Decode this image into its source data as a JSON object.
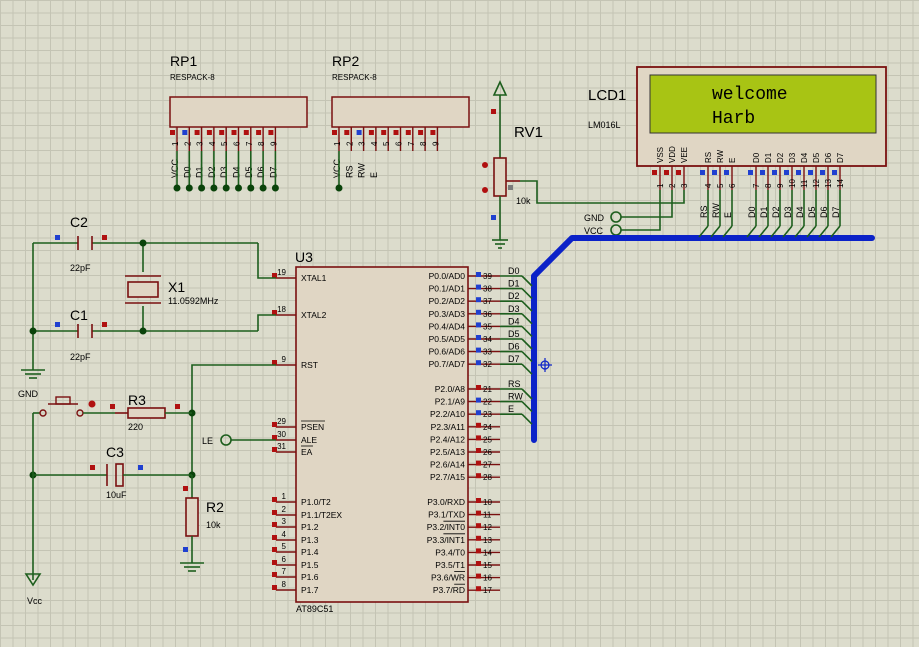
{
  "rp1": {
    "ref": "RP1",
    "value": "RESPACK-8",
    "pins": [
      "1",
      "2",
      "3",
      "4",
      "5",
      "6",
      "7",
      "8",
      "9"
    ],
    "nets": [
      "VCC",
      "D0",
      "D1",
      "D2",
      "D3",
      "D4",
      "D5",
      "D6",
      "D7"
    ]
  },
  "rp2": {
    "ref": "RP2",
    "value": "RESPACK-8",
    "pins": [
      "1",
      "2",
      "3",
      "4",
      "5",
      "6",
      "7",
      "8",
      "9"
    ],
    "nets": [
      "VCC",
      "RS",
      "RW",
      "E"
    ]
  },
  "rv1": {
    "ref": "RV1",
    "value": "10k"
  },
  "lcd": {
    "ref": "LCD1",
    "model": "LM016L",
    "line1": "welcome",
    "line2": "Harb",
    "pin_names": [
      "VSS",
      "VDD",
      "VEE",
      "RS",
      "RW",
      "E",
      "D0",
      "D1",
      "D2",
      "D3",
      "D4",
      "D5",
      "D6",
      "D7"
    ],
    "pin_numbers": [
      "1",
      "2",
      "3",
      "4",
      "5",
      "6",
      "7",
      "8",
      "9",
      "10",
      "11",
      "12",
      "13",
      "14"
    ],
    "bus_labels": [
      "RS",
      "RW",
      "E",
      "D0",
      "D1",
      "D2",
      "D3",
      "D4",
      "D5",
      "D6",
      "D7"
    ]
  },
  "terminals": {
    "gnd": "GND",
    "vcc": "VCC",
    "le": "LE",
    "gnd_ground": "GND",
    "vcc_ground": "Vcc"
  },
  "c1": {
    "ref": "C1",
    "value": "22pF"
  },
  "c2": {
    "ref": "C2",
    "value": "22pF"
  },
  "c3": {
    "ref": "C3",
    "value": "10uF"
  },
  "x1": {
    "ref": "X1",
    "value": "11.0592MHz"
  },
  "r2": {
    "ref": "R2",
    "value": "10k"
  },
  "r3": {
    "ref": "R3",
    "value": "220"
  },
  "u3": {
    "ref": "U3",
    "model": "AT89C51",
    "left_pins": [
      {
        "num": "19",
        "name": "XTAL1"
      },
      {
        "num": "18",
        "name": "XTAL2"
      },
      {
        "num": "9",
        "name": "RST"
      },
      {
        "num": "29",
        "name": "PSEN"
      },
      {
        "num": "30",
        "name": "ALE"
      },
      {
        "num": "31",
        "name": "EA"
      },
      {
        "num": "1",
        "name": "P1.0/T2"
      },
      {
        "num": "2",
        "name": "P1.1/T2EX"
      },
      {
        "num": "3",
        "name": "P1.2"
      },
      {
        "num": "4",
        "name": "P1.3"
      },
      {
        "num": "5",
        "name": "P1.4"
      },
      {
        "num": "6",
        "name": "P1.5"
      },
      {
        "num": "7",
        "name": "P1.6"
      },
      {
        "num": "8",
        "name": "P1.7"
      }
    ],
    "right_pins": [
      {
        "num": "39",
        "name": "P0.0/AD0",
        "net": "D0"
      },
      {
        "num": "38",
        "name": "P0.1/AD1",
        "net": "D1"
      },
      {
        "num": "37",
        "name": "P0.2/AD2",
        "net": "D2"
      },
      {
        "num": "36",
        "name": "P0.3/AD3",
        "net": "D3"
      },
      {
        "num": "35",
        "name": "P0.4/AD4",
        "net": "D4"
      },
      {
        "num": "34",
        "name": "P0.5/AD5",
        "net": "D5"
      },
      {
        "num": "33",
        "name": "P0.6/AD6",
        "net": "D6"
      },
      {
        "num": "32",
        "name": "P0.7/AD7",
        "net": "D7"
      },
      {
        "num": "21",
        "name": "P2.0/A8",
        "net": "RS"
      },
      {
        "num": "22",
        "name": "P2.1/A9",
        "net": "RW"
      },
      {
        "num": "23",
        "name": "P2.2/A10",
        "net": "E"
      },
      {
        "num": "24",
        "name": "P2.3/A11",
        "net": ""
      },
      {
        "num": "25",
        "name": "P2.4/A12",
        "net": ""
      },
      {
        "num": "26",
        "name": "P2.5/A13",
        "net": ""
      },
      {
        "num": "27",
        "name": "P2.6/A14",
        "net": ""
      },
      {
        "num": "28",
        "name": "P2.7/A15",
        "net": ""
      },
      {
        "num": "10",
        "name": "P3.0/RXD",
        "net": ""
      },
      {
        "num": "11",
        "name": "P3.1/TXD",
        "net": ""
      },
      {
        "num": "12",
        "name": "P3.2/INT0",
        "net": ""
      },
      {
        "num": "13",
        "name": "P3.3/INT1",
        "net": ""
      },
      {
        "num": "14",
        "name": "P3.4/T0",
        "net": ""
      },
      {
        "num": "15",
        "name": "P3.5/T1",
        "net": ""
      },
      {
        "num": "16",
        "name": "P3.6/WR",
        "net": ""
      },
      {
        "num": "17",
        "name": "P3.7/RD",
        "net": ""
      }
    ]
  },
  "colors": {
    "background": "#dcdccc",
    "grid": "#c4c4b4",
    "wire": "#1d5e1d",
    "component": "#7a1010",
    "chip_fill": "#e0d6c4",
    "lcd_screen": "#a8c414",
    "lcd_frame": "#e0d6c4",
    "bus": "#0b22c8"
  }
}
